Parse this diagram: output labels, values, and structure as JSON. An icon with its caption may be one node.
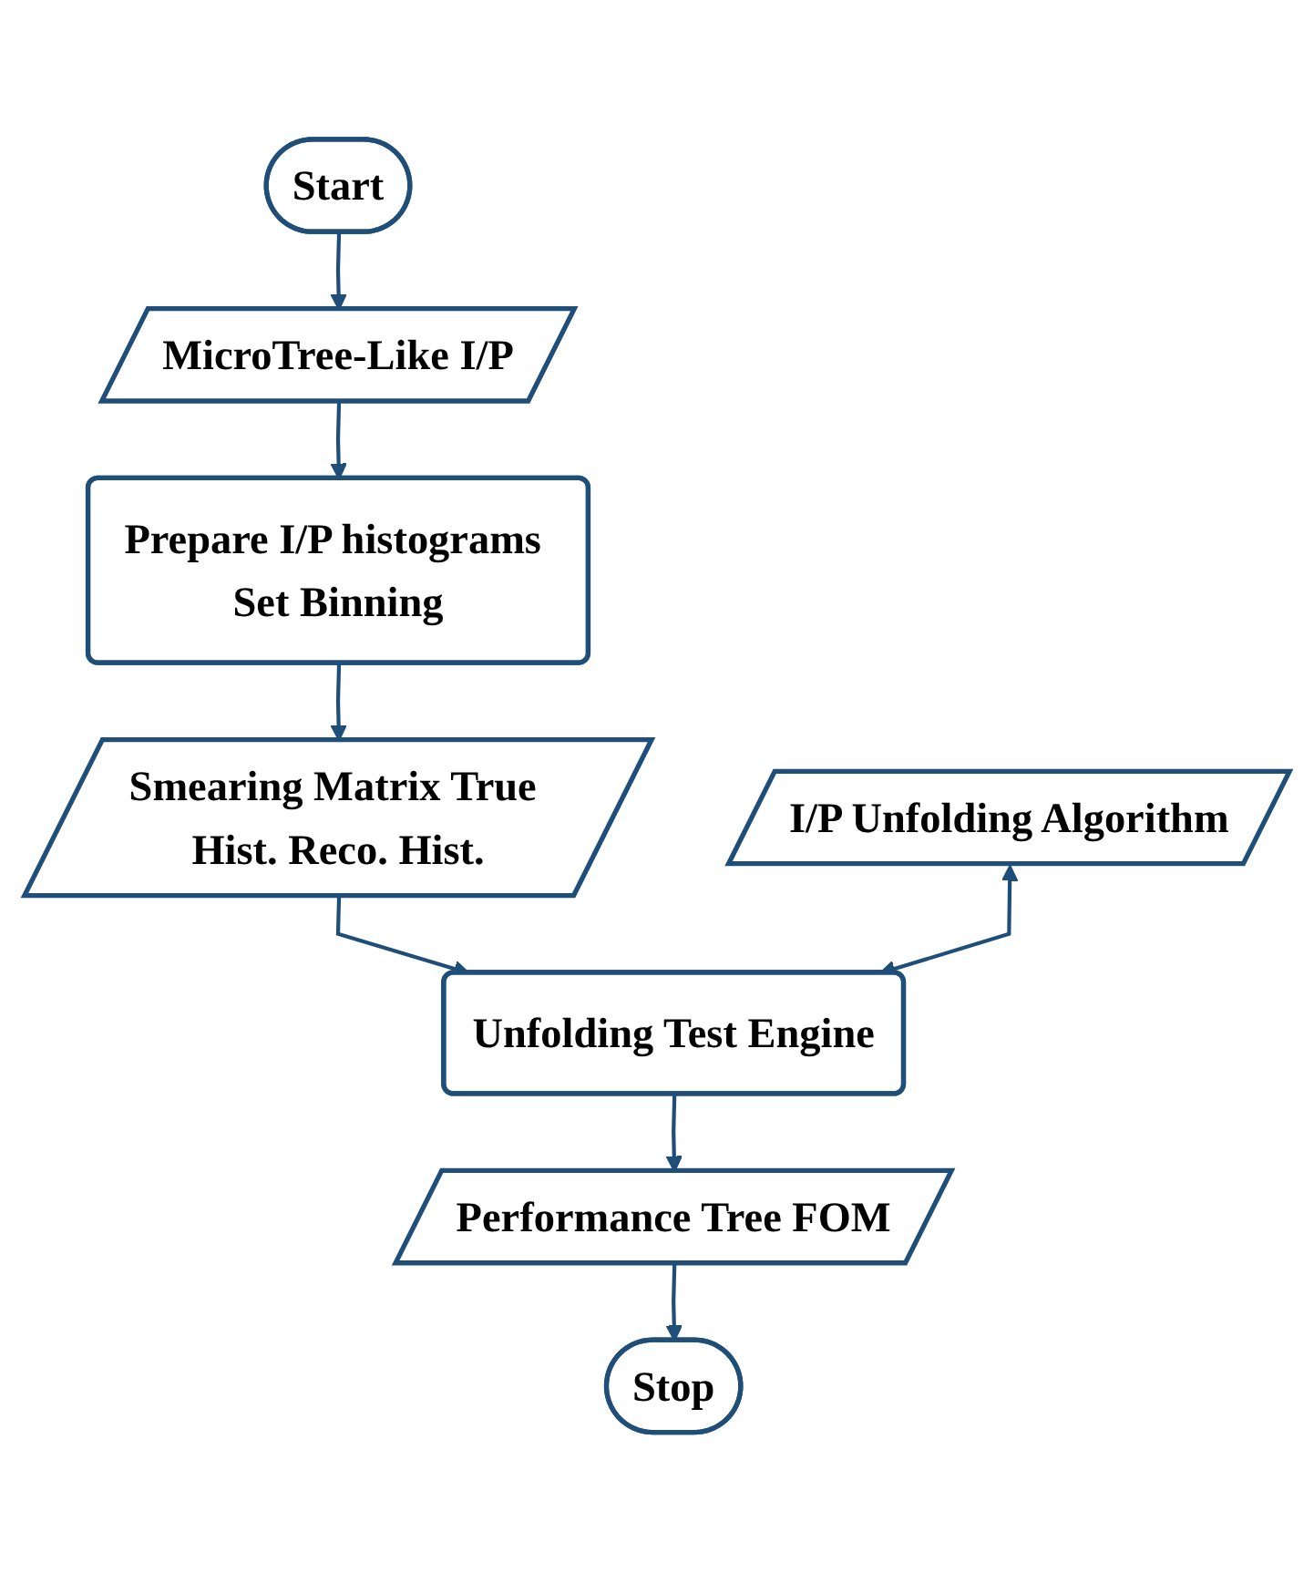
{
  "diagram": {
    "nodes": [
      {
        "text": [
          "Start"
        ]
      },
      {
        "text": [
          "MicroTree-Like I/P"
        ]
      },
      {
        "text": [
          "Prepare I/P histograms Set Binning"
        ]
      },
      {
        "text": [
          "Smearing Matrix True Hist. Reco. Hist."
        ]
      },
      {
        "text": [
          "I/P Unfolding Algorithm"
        ]
      },
      {
        "text": [
          "Unfolding Test Engine"
        ]
      },
      {
        "text": [
          "Performance Tree FOM"
        ]
      },
      {
        "text": [
          "Stop"
        ]
      }
    ],
    "edges": [
      {
        "from": 0,
        "to": 1,
        "arrow": "to"
      },
      {
        "from": 1,
        "to": 2,
        "arrow": "to"
      },
      {
        "from": 2,
        "to": 3,
        "arrow": "to"
      },
      {
        "from": 3,
        "to": 5,
        "arrow": "to"
      },
      {
        "from": 4,
        "to": 5,
        "arrow": "both"
      },
      {
        "from": 5,
        "to": 6,
        "arrow": "to"
      },
      {
        "from": 6,
        "to": 7,
        "arrow": "to"
      }
    ]
  }
}
